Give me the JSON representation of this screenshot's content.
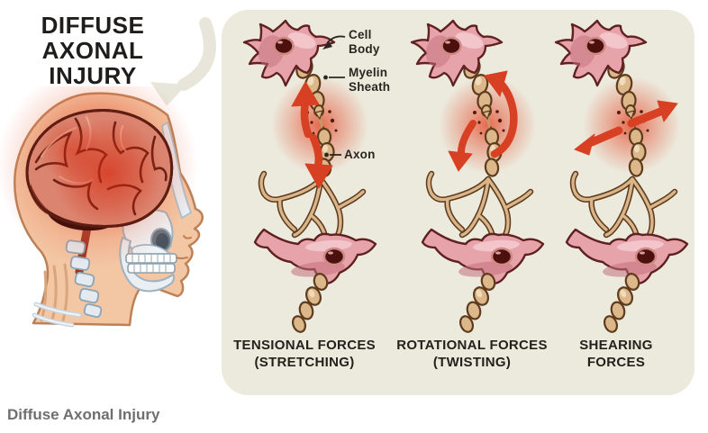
{
  "title": {
    "lines": [
      "DIFFUSE",
      "AXONAL",
      "INJURY"
    ]
  },
  "annotations": {
    "cell_body": "Cell Body",
    "myelin_sheath": "Myelin Sheath",
    "axon": "Axon"
  },
  "panels": [
    {
      "name": "tensional",
      "line1": "TENSIONAL FORCES",
      "line2": "(STRETCHING)"
    },
    {
      "name": "rotational",
      "line1": "ROTATIONAL FORCES",
      "line2": "(TWISTING)"
    },
    {
      "name": "shearing",
      "line1": "SHEARING",
      "line2": "FORCES"
    }
  ],
  "caption": "Diffuse Axonal Injury",
  "icons": {
    "title_arrow": "curved-arrow-down",
    "tensional_arrows": [
      "arrow-up",
      "arrow-down"
    ],
    "rotational_arrows": [
      "curved-arrow-up",
      "curved-arrow-down"
    ],
    "shearing_arrows": [
      "arrow-up-right",
      "arrow-down-left"
    ],
    "leader_lines": [
      "bent-arrow-leader",
      "dot-leader",
      "dot-leader"
    ]
  },
  "colors": {
    "panel_bg": "#ECEADD",
    "arrow_red": "#D84024",
    "glow_red": "#DD3B20",
    "cell_pink": "#E7A3AA",
    "axon_tan": "#DBB78A",
    "outline_maroon": "#5F2020",
    "axon_outline": "#5E3B1D",
    "title_text": "#1F1D1B",
    "caption_text": "#6F6F6F",
    "skin": "#F3C6A4",
    "brain": "#DB8570",
    "skull": "#EEF3F6",
    "pointer_arrow_beige": "#E8E6DB"
  }
}
